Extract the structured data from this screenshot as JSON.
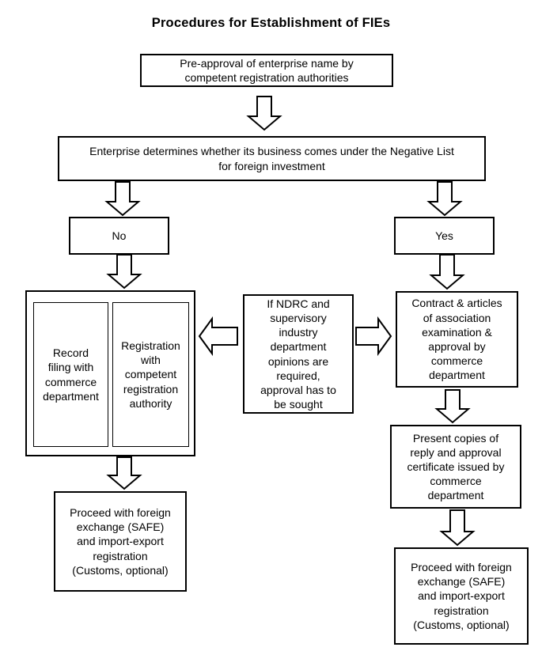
{
  "title": "Procedures for Establishment of FIEs",
  "colors": {
    "line": "#000000",
    "background": "#ffffff",
    "text": "#000000"
  },
  "boxes": {
    "pre_approval": "Pre-approval of enterprise name by\ncompetent registration authorities",
    "negative_list": "Enterprise determines whether its business comes under the Negative List\nfor foreign investment",
    "no_label": "No",
    "yes_label": "Yes",
    "record_filing": "Record\nfiling with\ncommerce\ndepartment",
    "registration": "Registration\nwith\ncompetent\nregistration\nauthority",
    "ndrc_note": "If NDRC and\nsupervisory\nindustry\ndepartment\nopinions are\nrequired,\napproval has to\nbe sought",
    "contract_approval": "Contract & articles\nof association\nexamination &\napproval by\ncommerce\ndepartment",
    "present_copies": "Present copies of\nreply and approval\ncertificate issued by\ncommerce\ndepartment",
    "proceed_left": "Proceed with foreign\nexchange (SAFE)\nand import-export\nregistration\n(Customs, optional)",
    "proceed_right": "Proceed with foreign\nexchange (SAFE)\nand import-export\nregistration\n(Customs, optional)"
  }
}
